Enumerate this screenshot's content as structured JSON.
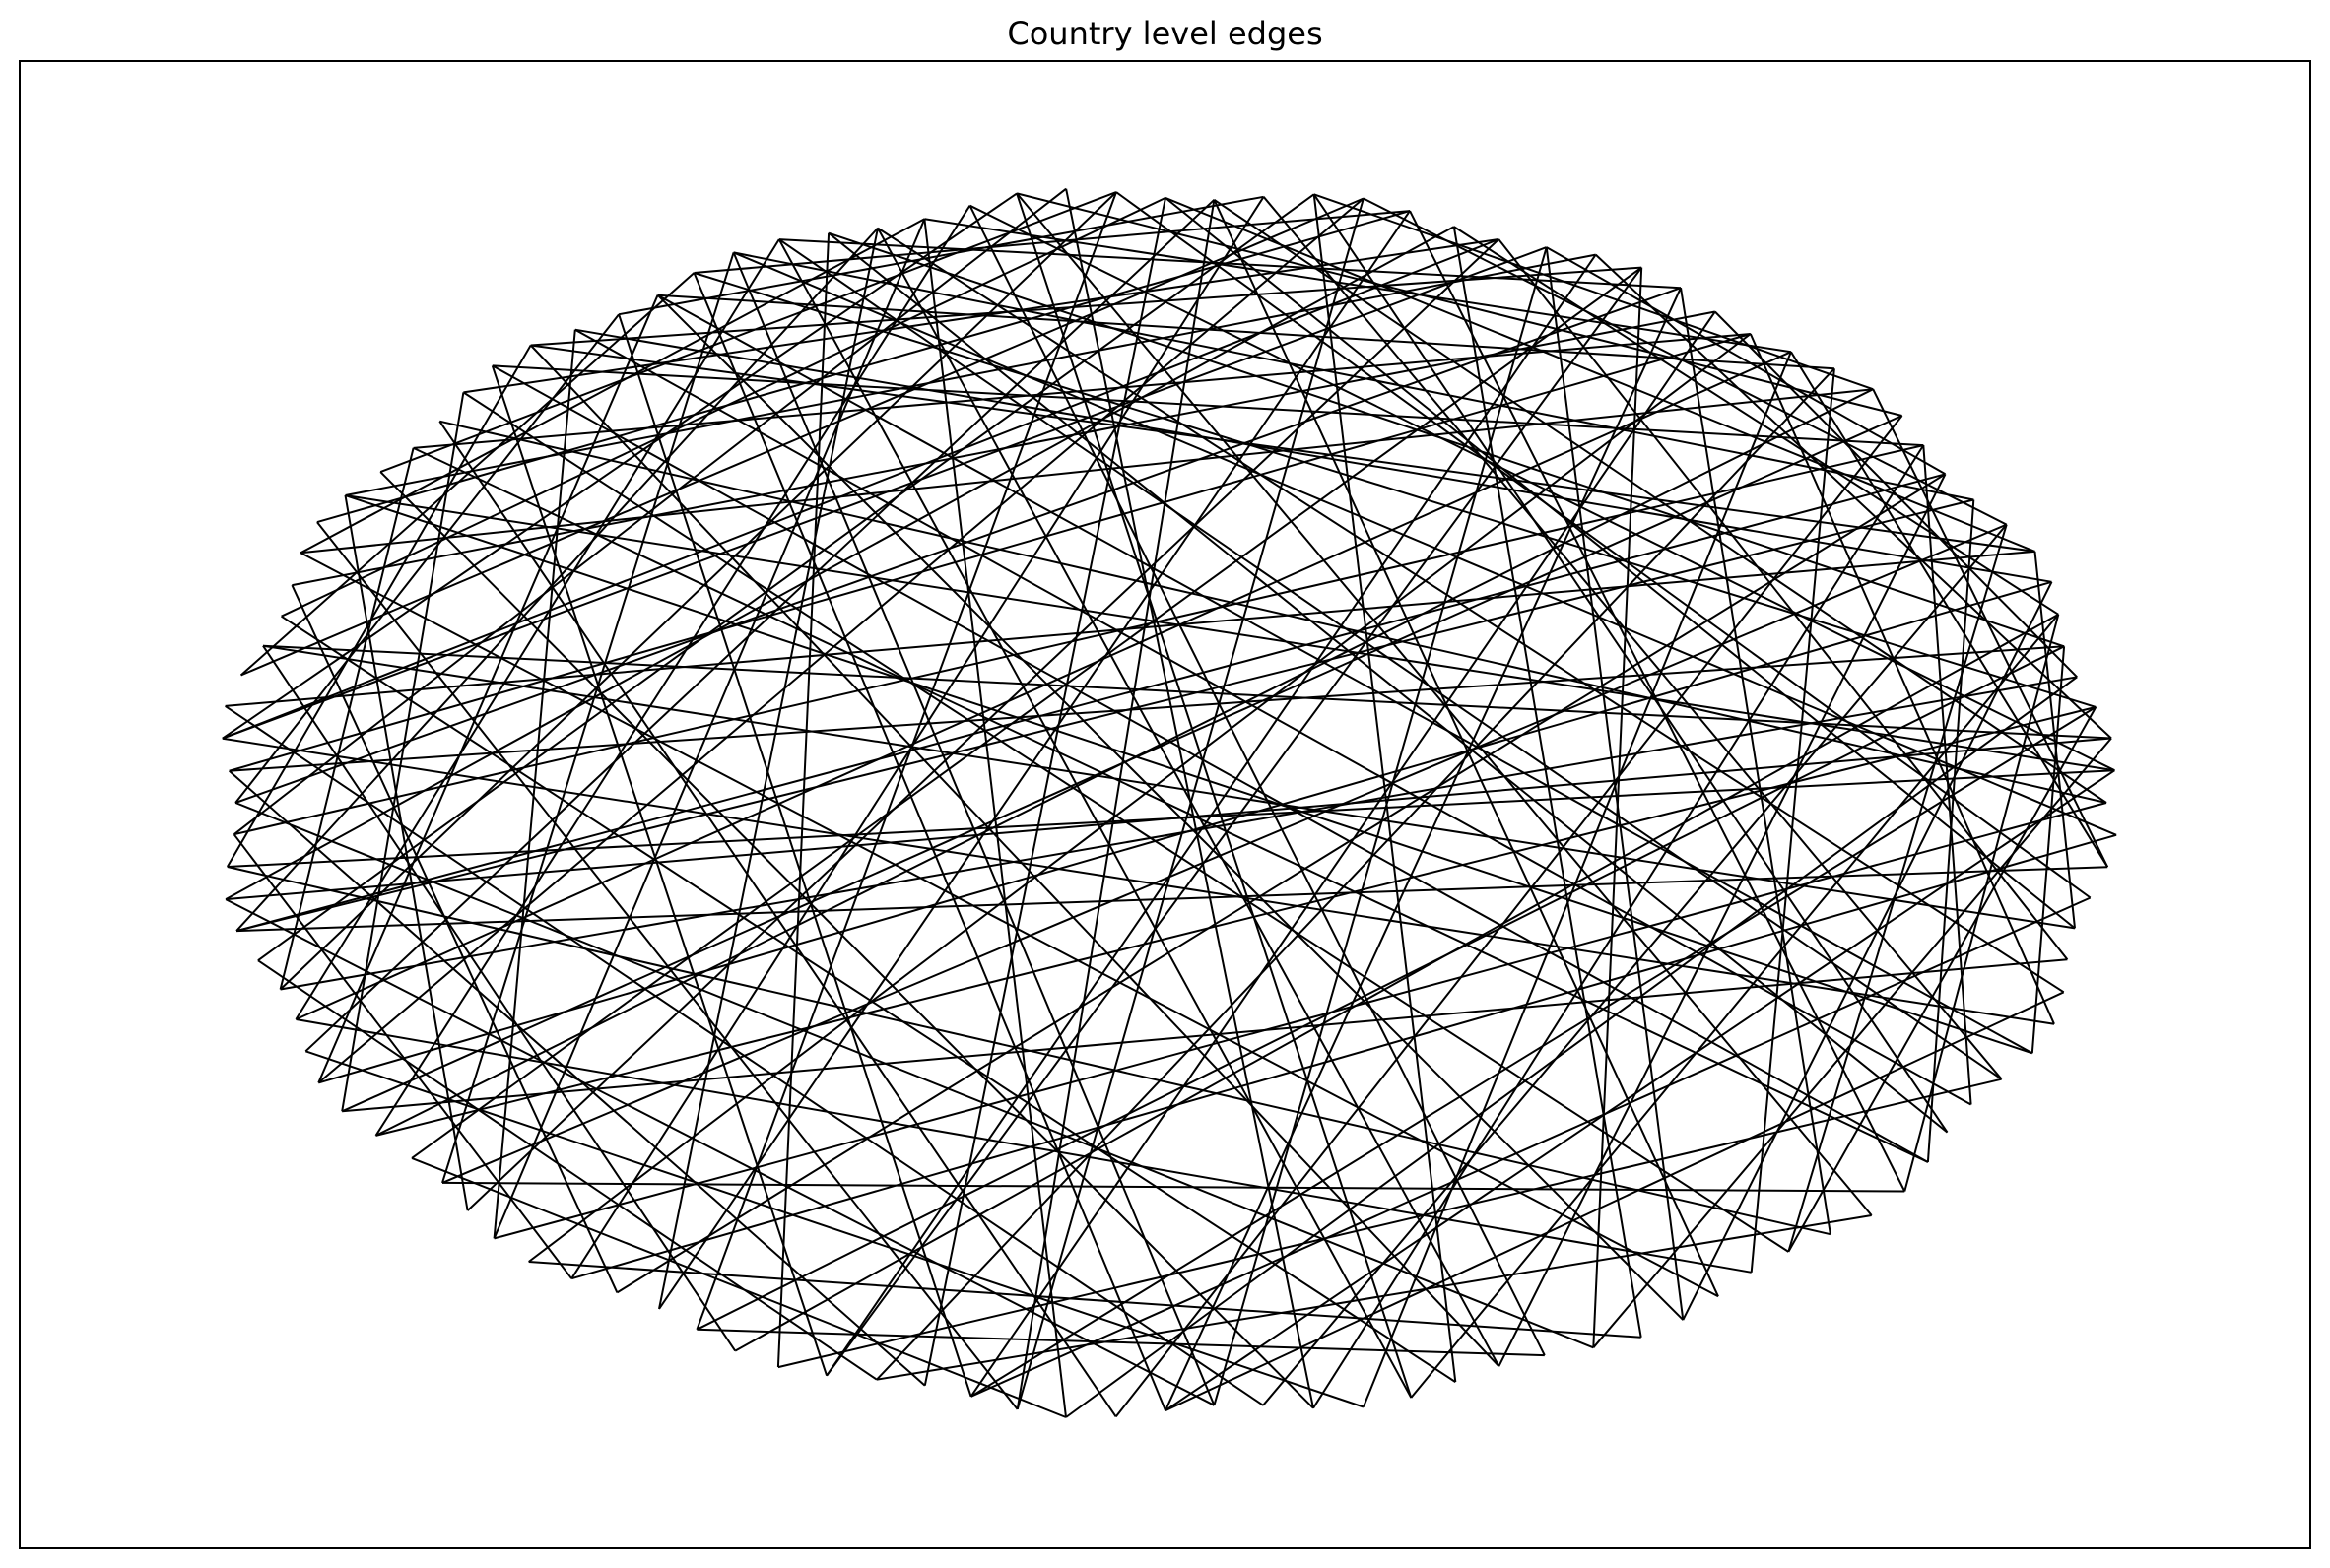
{
  "title": "Country level edges",
  "colors": {
    "edge": "#000000",
    "frame": "#000000",
    "background": "#ffffff"
  },
  "chart_data": {
    "type": "network-graph",
    "layout": "circular",
    "title": "Country level edges",
    "xlabel": "",
    "ylabel": "",
    "axis_ticks": false,
    "grid": false,
    "legend": false,
    "node_markers": false,
    "node_count": 120,
    "edges": [
      [
        0,
        29
      ],
      [
        0,
        47
      ],
      [
        0,
        75
      ],
      [
        1,
        34
      ],
      [
        1,
        62
      ],
      [
        1,
        90
      ],
      [
        2,
        21
      ],
      [
        2,
        55
      ],
      [
        2,
        99
      ],
      [
        3,
        40
      ],
      [
        3,
        71
      ],
      [
        3,
        104
      ],
      [
        4,
        18
      ],
      [
        4,
        66
      ],
      [
        4,
        88
      ],
      [
        5,
        37
      ],
      [
        5,
        59
      ],
      [
        5,
        112
      ],
      [
        6,
        24
      ],
      [
        6,
        81
      ],
      [
        6,
        95
      ],
      [
        7,
        43
      ],
      [
        7,
        69
      ],
      [
        7,
        101
      ],
      [
        8,
        30
      ],
      [
        8,
        57
      ],
      [
        8,
        116
      ],
      [
        9,
        26
      ],
      [
        9,
        73
      ],
      [
        9,
        92
      ],
      [
        10,
        39
      ],
      [
        10,
        64
      ],
      [
        10,
        108
      ],
      [
        11,
        22
      ],
      [
        11,
        78
      ],
      [
        11,
        97
      ],
      [
        12,
        45
      ],
      [
        12,
        61
      ],
      [
        12,
        110
      ],
      [
        13,
        33
      ],
      [
        13,
        70
      ],
      [
        13,
        89
      ],
      [
        14,
        27
      ],
      [
        14,
        52
      ],
      [
        14,
        118
      ],
      [
        15,
        41
      ],
      [
        15,
        84
      ],
      [
        15,
        103
      ],
      [
        16,
        35
      ],
      [
        16,
        67
      ],
      [
        16,
        94
      ],
      [
        17,
        48
      ],
      [
        17,
        76
      ],
      [
        17,
        113
      ],
      [
        18,
        53
      ],
      [
        18,
        86
      ],
      [
        19,
        38
      ],
      [
        19,
        60
      ],
      [
        19,
        105
      ],
      [
        20,
        44
      ],
      [
        20,
        72
      ],
      [
        20,
        99
      ],
      [
        21,
        50
      ],
      [
        21,
        83
      ],
      [
        22,
        58
      ],
      [
        22,
        91
      ],
      [
        23,
        46
      ],
      [
        23,
        74
      ],
      [
        23,
        115
      ],
      [
        24,
        63
      ],
      [
        24,
        100
      ],
      [
        25,
        51
      ],
      [
        25,
        79
      ],
      [
        25,
        107
      ],
      [
        26,
        56
      ],
      [
        26,
        87
      ],
      [
        27,
        65
      ],
      [
        27,
        96
      ],
      [
        28,
        42
      ],
      [
        28,
        77
      ],
      [
        28,
        111
      ],
      [
        29,
        68
      ],
      [
        29,
        102
      ],
      [
        30,
        54
      ],
      [
        30,
        85
      ],
      [
        31,
        49
      ],
      [
        31,
        80
      ],
      [
        31,
        117
      ],
      [
        32,
        61
      ],
      [
        32,
        93
      ],
      [
        33,
        58
      ],
      [
        33,
        106
      ],
      [
        34,
        71
      ],
      [
        34,
        98
      ],
      [
        35,
        52
      ],
      [
        35,
        88
      ],
      [
        36,
        64
      ],
      [
        36,
        79
      ],
      [
        36,
        114
      ],
      [
        37,
        82
      ],
      [
        37,
        109
      ],
      [
        38,
        67
      ],
      [
        38,
        95
      ],
      [
        39,
        73
      ],
      [
        39,
        119
      ],
      [
        40,
        56
      ],
      [
        40,
        90
      ],
      [
        41,
        69
      ],
      [
        41,
        101
      ],
      [
        42,
        86
      ],
      [
        43,
        75
      ],
      [
        43,
        110
      ],
      [
        44,
        62
      ],
      [
        44,
        97
      ],
      [
        45,
        83
      ],
      [
        46,
        70
      ],
      [
        46,
        104
      ],
      [
        47,
        89
      ],
      [
        48,
        66
      ],
      [
        48,
        108
      ],
      [
        49,
        93
      ],
      [
        50,
        74
      ],
      [
        50,
        112
      ],
      [
        51,
        87
      ],
      [
        52,
        102
      ],
      [
        53,
        78
      ],
      [
        54,
        96
      ],
      [
        55,
        81
      ],
      [
        55,
        116
      ],
      [
        57,
        92
      ],
      [
        58,
        113
      ],
      [
        59,
        85
      ],
      [
        60,
        99
      ],
      [
        61,
        77
      ],
      [
        62,
        105
      ],
      [
        63,
        91
      ],
      [
        64,
        118
      ],
      [
        65,
        84
      ],
      [
        67,
        103
      ],
      [
        68,
        94
      ],
      [
        70,
        115
      ],
      [
        72,
        88
      ],
      [
        73,
        107
      ],
      [
        76,
        100
      ],
      [
        77,
        119
      ],
      [
        80,
        98
      ],
      [
        82,
        111
      ],
      [
        84,
        106
      ],
      [
        86,
        117
      ],
      [
        90,
        114
      ],
      [
        2,
        63
      ],
      [
        5,
        80
      ],
      [
        9,
        104
      ],
      [
        14,
        71
      ],
      [
        19,
        90
      ],
      [
        23,
        58
      ],
      [
        27,
        109
      ],
      [
        31,
        66
      ],
      [
        36,
        97
      ],
      [
        41,
        112
      ],
      [
        3,
        86
      ],
      [
        8,
        44
      ],
      [
        12,
        93
      ],
      [
        17,
        59
      ],
      [
        22,
        101
      ],
      [
        26,
        69
      ],
      [
        30,
        116
      ],
      [
        35,
        75
      ],
      [
        39,
        91
      ],
      [
        45,
        108
      ],
      [
        1,
        50
      ],
      [
        6,
        107
      ],
      [
        11,
        64
      ],
      [
        16,
        118
      ],
      [
        20,
        83
      ],
      [
        25,
        40
      ],
      [
        29,
        87
      ],
      [
        33,
        95
      ],
      [
        38,
        111
      ],
      [
        42,
        60
      ]
    ]
  }
}
